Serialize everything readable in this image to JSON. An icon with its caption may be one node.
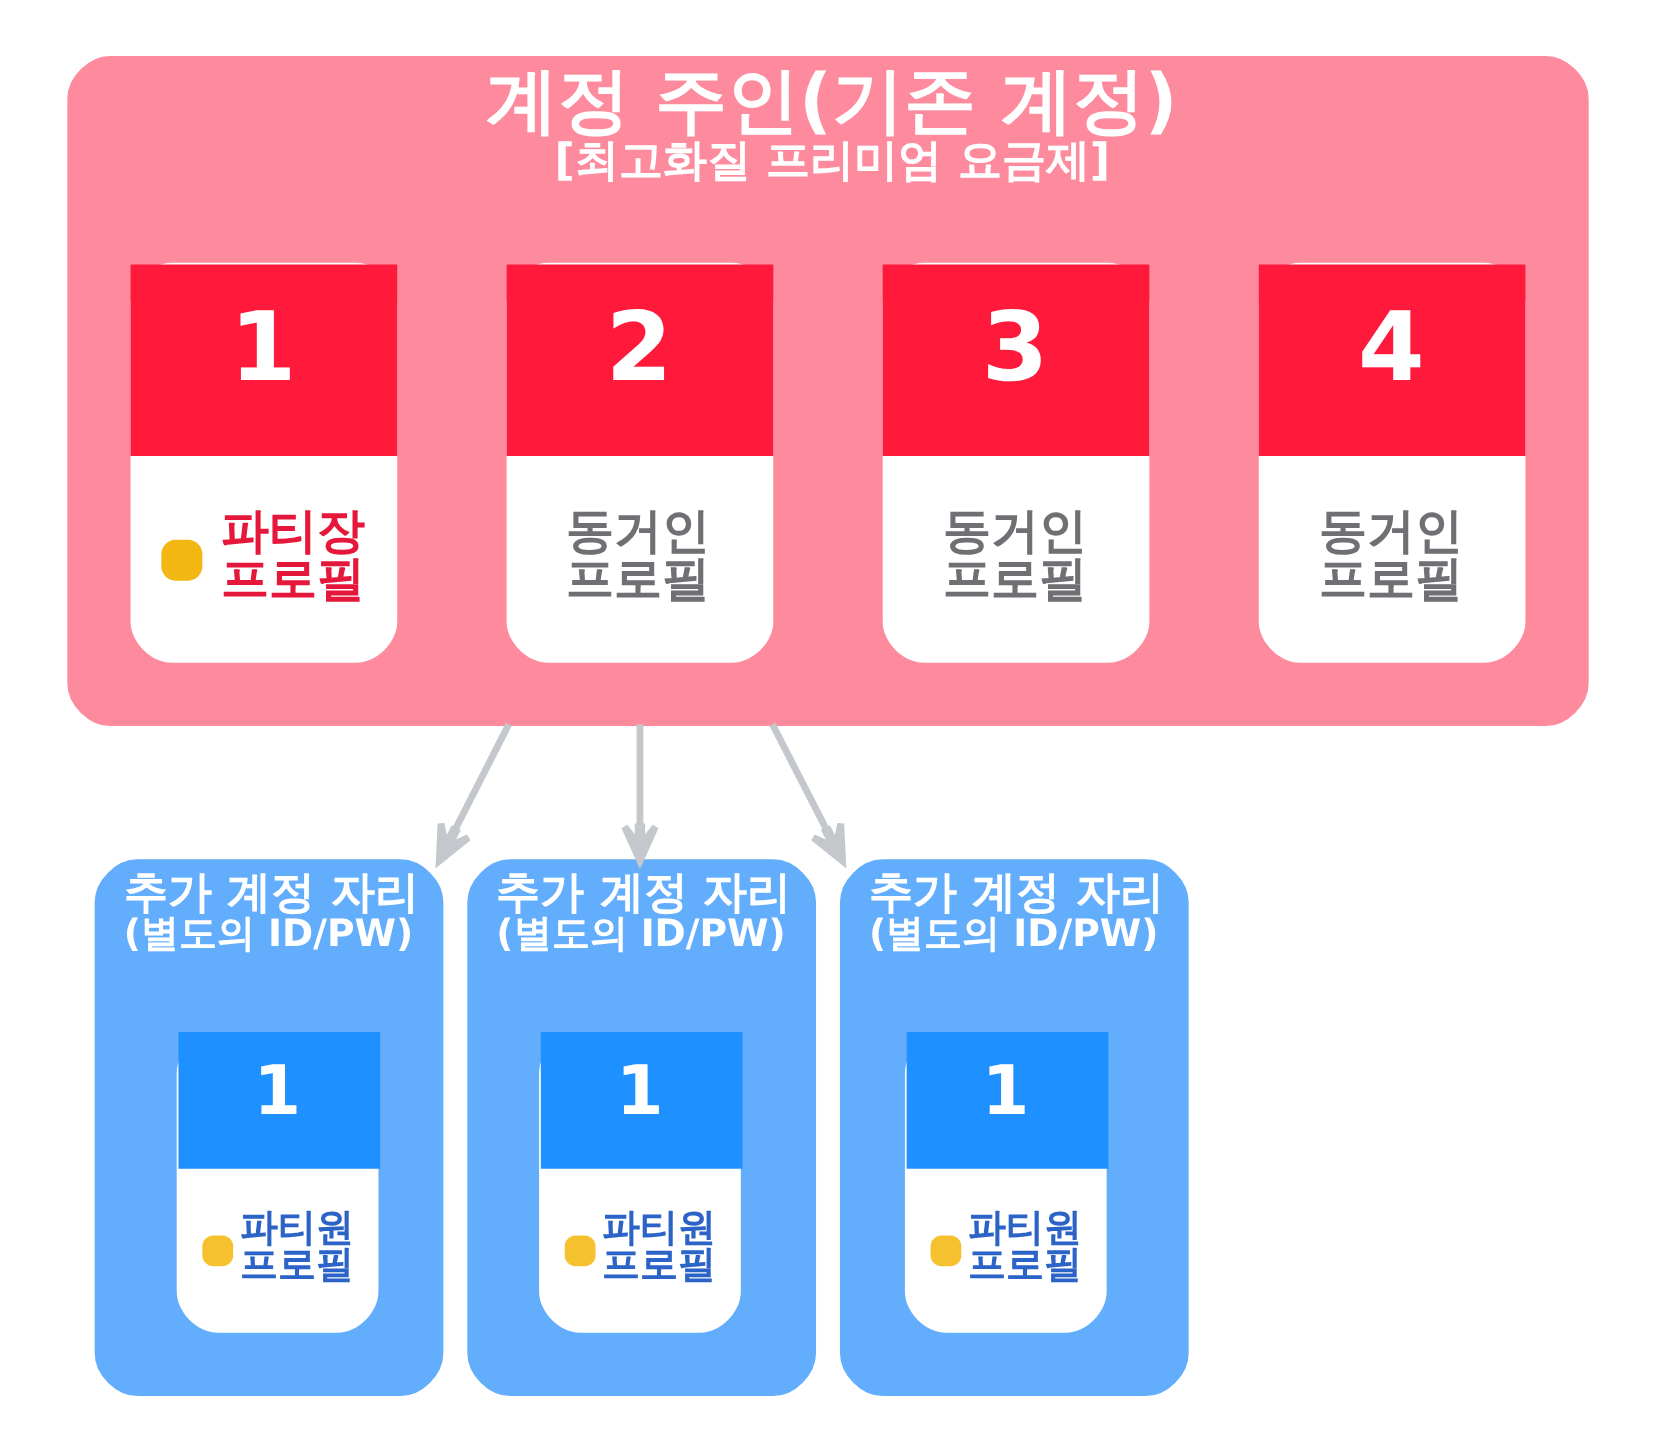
{
  "diagram": {
    "nodes": [
      {
        "text": [
          "계정 주인(기존 계정)",
          "[최고화질 프리미엄 요금제]"
        ]
      },
      {
        "text": [
          "1",
          "파티장 프로필"
        ],
        "in": 0
      },
      {
        "text": [
          "2",
          "동거인 프로필"
        ],
        "in": 0
      },
      {
        "text": [
          "3",
          "동거인 프로필"
        ],
        "in": 0
      },
      {
        "text": [
          "4",
          "동거인 프로필"
        ],
        "in": 0
      },
      {
        "text": [
          "추가 계정 자리",
          "(별도의 ID/PW)"
        ]
      },
      {
        "text": [
          "1",
          "파티원 프로필"
        ],
        "in": 5
      },
      {
        "text": [
          "추가 계정 자리",
          "(별도의 ID/PW)"
        ]
      },
      {
        "text": [
          "1",
          "파티원 프로필"
        ],
        "in": 7
      },
      {
        "text": [
          "추가 계정 자리",
          "(별도의 ID/PW)"
        ]
      },
      {
        "text": [
          "1",
          "파티원 프로필"
        ],
        "in": 9
      }
    ],
    "edges": [
      {
        "from": 0,
        "to": 5,
        "arrow": "to"
      },
      {
        "from": 0,
        "to": 7,
        "arrow": "to"
      },
      {
        "from": 0,
        "to": 9,
        "arrow": "to"
      }
    ]
  }
}
